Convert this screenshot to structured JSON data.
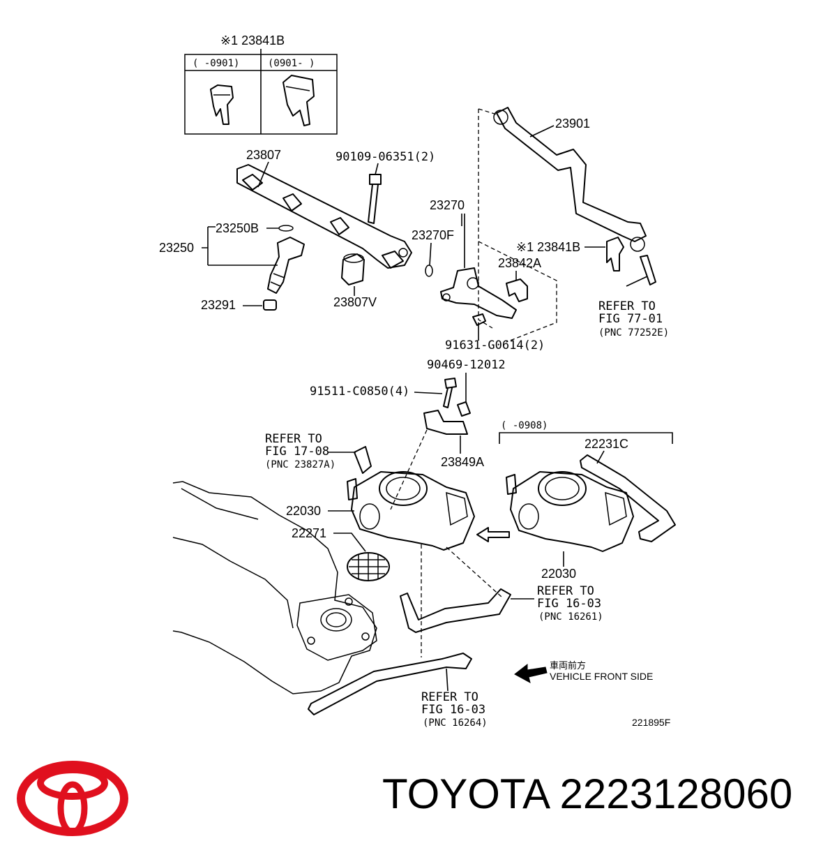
{
  "diagram": {
    "figure_code": "221895F",
    "labels": {
      "l23841b_top": "※1 23841B",
      "range_left": "(   -0901)",
      "range_right": "(0901-   )",
      "l23807": "23807",
      "l90109": "90109-06351(2)",
      "l23901": "23901",
      "l23270": "23270",
      "l23250b": "23250B",
      "l23250": "23250",
      "l23270f": "23270F",
      "l23841b_mid": "※1 23841B",
      "l23842a": "23842A",
      "l23291": "23291",
      "l23807v": "23807V",
      "l91631": "91631-G0614(2)",
      "l90469": "90469-12012",
      "l91511": "91511-C0850(4)",
      "range_0908": "(      -0908)",
      "l22231c": "22231C",
      "l23849a": "23849A",
      "l22030_left": "22030",
      "l22271": "22271",
      "l22030_right": "22030"
    },
    "refer_notes": [
      {
        "line1": "REFER TO",
        "line2": "FIG 77-01",
        "line3": "(PNC 77252E)"
      },
      {
        "line1": "REFER TO",
        "line2": "FIG 17-08",
        "line3": "(PNC 23827A)"
      },
      {
        "line1": "REFER TO",
        "line2": "FIG 16-03",
        "line3": "(PNC 16261)"
      },
      {
        "line1": "REFER TO",
        "line2": "FIG 16-03",
        "line3": "(PNC 16264)"
      }
    ],
    "front_note": {
      "jp": "車両前方",
      "en": "VEHICLE FRONT SIDE"
    }
  },
  "brand": {
    "logo_name": "TOYOTA",
    "logo_color": "#e0101e",
    "text": "TOYOTA 2223128060"
  }
}
